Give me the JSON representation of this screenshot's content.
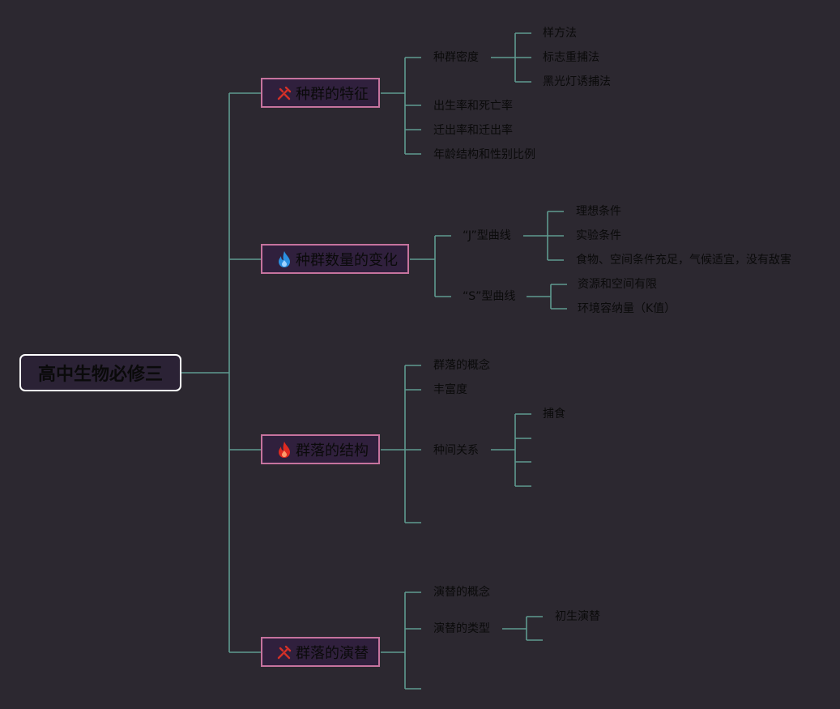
{
  "root": {
    "label": "高中生物必修三"
  },
  "branches": [
    {
      "label": "种群的特征",
      "icon": "tools-icon",
      "icon_color": "#d33028",
      "children": [
        {
          "label": "种群密度",
          "children": [
            "样方法",
            "标志重捕法",
            "黑光灯诱捕法"
          ]
        },
        {
          "label": "出生率和死亡率"
        },
        {
          "label": "迁出率和迁出率"
        },
        {
          "label": "年龄结构和性别比例"
        }
      ]
    },
    {
      "label": "种群数量的变化",
      "icon": "flame-icon",
      "icon_color": "#2a8fe0",
      "children": [
        {
          "label": "“J”型曲线",
          "children": [
            "理想条件",
            "实验条件",
            "食物、空间条件充足，气候适宜，没有敌害"
          ]
        },
        {
          "label": "“S”型曲线",
          "children": [
            "资源和空间有限",
            "环境容纳量（K值）"
          ]
        }
      ]
    },
    {
      "label": "群落的结构",
      "icon": "flame-icon",
      "icon_color": "#e02a20",
      "children": [
        {
          "label": "群落的概念"
        },
        {
          "label": "丰富度"
        },
        {
          "label": "种间关系",
          "children": [
            "捕食",
            "",
            "",
            ""
          ]
        },
        {
          "label": ""
        }
      ]
    },
    {
      "label": "群落的演替",
      "icon": "tools-icon",
      "icon_color": "#d33028",
      "children": [
        {
          "label": "演替的概念"
        },
        {
          "label": "演替的类型",
          "children": [
            "初生演替",
            ""
          ]
        },
        {
          "label": ""
        }
      ]
    }
  ],
  "colors": {
    "background": "#2c2830",
    "connector": "#5e9a90",
    "topic_border": "#c6739e",
    "topic_fill": "#30203d",
    "root_border": "#ffffff",
    "text": "#0a0a0a"
  }
}
